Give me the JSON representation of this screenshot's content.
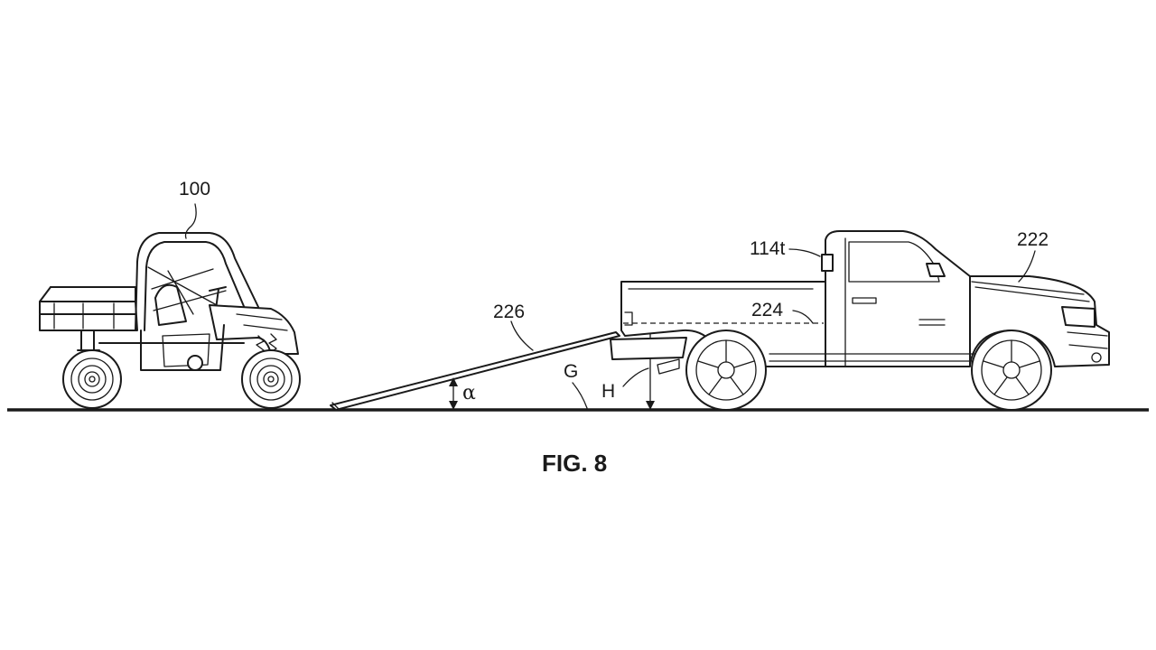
{
  "figure": {
    "caption": "FIG. 8",
    "labels": {
      "vehicle": "100",
      "ramp": "226",
      "truck": "222",
      "bed_height_line": "224",
      "tailgate_component": "114t",
      "ground": "G",
      "height": "H",
      "angle": "α"
    }
  }
}
